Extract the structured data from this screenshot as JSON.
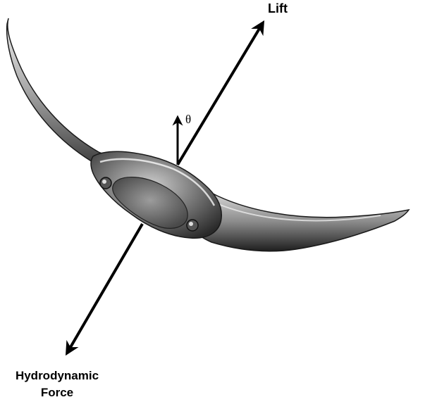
{
  "labels": {
    "lift": "Lift",
    "angle": "θ",
    "hydrodynamic_line1": "Hydrodynamic",
    "hydrodynamic_line2": "Force"
  },
  "colors": {
    "arrow": "#000000",
    "body_light": "#e8e8e8",
    "body_mid": "#9a9a9a",
    "body_dark": "#3a3a3a",
    "background": "#ffffff"
  }
}
